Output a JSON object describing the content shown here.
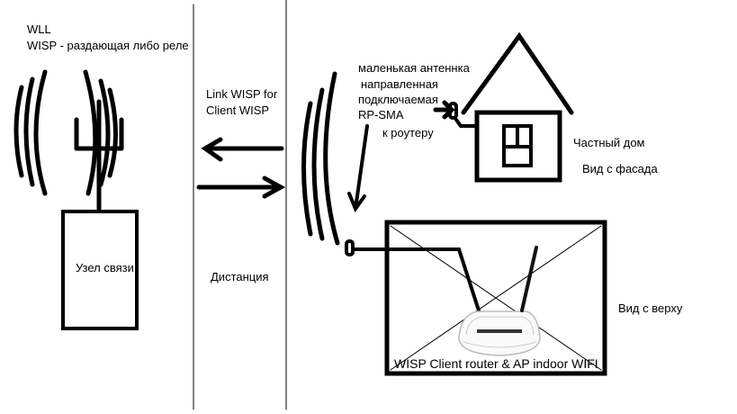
{
  "labels": {
    "wll": "WLL",
    "wisp_relay": "WISP - раздающая либо реле",
    "link": "Link WISP for",
    "link2": "Client WISP",
    "antenna1": "маленькая антеннка",
    "antenna2": "направленная",
    "antenna3": "подключаемая",
    "antenna4": "RP-SMA",
    "antenna5": "к роутеру",
    "house": "Частный дом",
    "facade": "Вид с фасада",
    "node": "Узел связи",
    "distance": "Дистанция",
    "top_view": "Вид с верху",
    "router": "WISP Client router & AP indoor WIFI"
  }
}
